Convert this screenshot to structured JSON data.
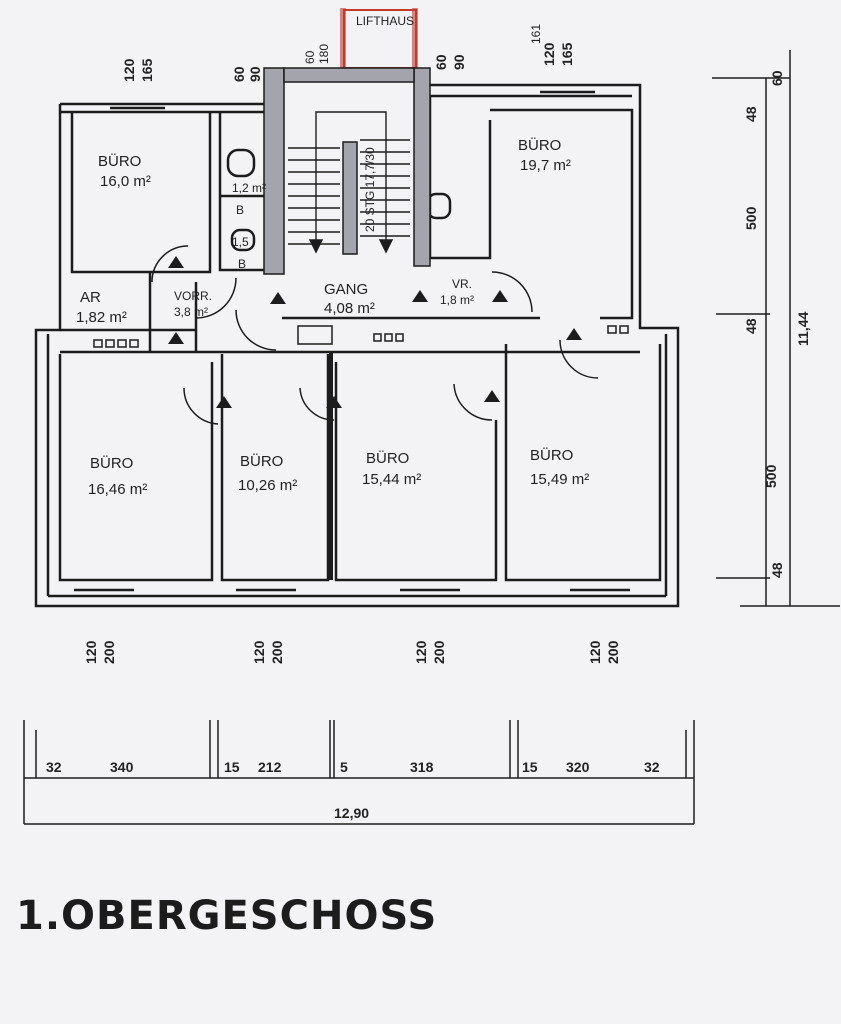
{
  "title": "1.OBERGESCHOSS",
  "colors": {
    "paper": "#f3f3f6",
    "ink": "#1c1c1c",
    "wall_fill": "#a4a4ac",
    "lift_accent": "#c23a2e",
    "marker_yellow": "#e3de57"
  },
  "lift": {
    "label": "LIFTHAUS"
  },
  "rooms": {
    "buero_nw": {
      "name": "BÜRO",
      "area": "16,0 m²"
    },
    "buero_ne": {
      "name": "BÜRO",
      "area": "19,7 m²"
    },
    "wc1": {
      "area": "1,2 m²",
      "tag": "B"
    },
    "wc2": {
      "area": "1,5",
      "tag": "B"
    },
    "stair": {
      "text": "20 STG 17,7/30"
    },
    "ar": {
      "name": "AR",
      "area": "1,82 m²"
    },
    "vorr": {
      "name": "VORR.",
      "area": "3,8 m²"
    },
    "gang": {
      "name": "GANG",
      "area": "4,08 m²"
    },
    "vr": {
      "name": "VR.",
      "area": "1,8 m²"
    },
    "buero_s1": {
      "name": "BÜRO",
      "area": "16,46 m²"
    },
    "buero_s2": {
      "name": "BÜRO",
      "area": "10,26 m²"
    },
    "buero_s3": {
      "name": "BÜRO",
      "area": "15,44 m²"
    },
    "buero_s4": {
      "name": "BÜRO",
      "area": "15,49 m²"
    }
  },
  "window_dims": {
    "top": [
      {
        "a": "120",
        "b": "165"
      },
      {
        "a": "60",
        "b": "90"
      },
      {
        "a": "60",
        "b": "180"
      },
      {
        "a": "60",
        "b": "90"
      },
      {
        "a": "120",
        "b": "165"
      }
    ],
    "top_extra": "161",
    "bottom": [
      {
        "a": "120",
        "b": "200"
      },
      {
        "a": "120",
        "b": "200"
      },
      {
        "a": "120",
        "b": "200"
      },
      {
        "a": "120",
        "b": "200"
      }
    ]
  },
  "right_dims": {
    "segments": [
      "60",
      "48",
      "500",
      "48",
      "500",
      "48"
    ],
    "total": "11,44"
  },
  "bottom_dims": {
    "segments": [
      "32",
      "340",
      "15",
      "212",
      "5",
      "318",
      "15",
      "320",
      "32"
    ],
    "total": "12,90"
  }
}
